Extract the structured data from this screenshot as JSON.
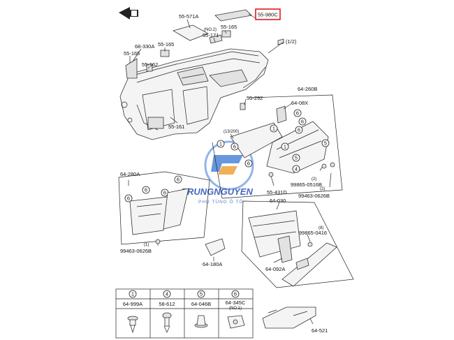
{
  "diagram": {
    "labels": {
      "p_55_980C": "55-980C",
      "p_55_571A": "55-571A",
      "p_55_171_note": "(NO.2)",
      "p_55_171": "55-171",
      "p_55_165_a": "55-165",
      "p_55_165_b": "55-165",
      "p_55_165_c": "55-165",
      "p_68_330A": "68-330A",
      "p_55_162": "55-162",
      "p_55_161": "55-161",
      "p_55_292": "55-292",
      "p_64_260B": "64-260B",
      "p_64_08X": "64-08X",
      "p_13_200": "(13/200)",
      "p_99865_0516B": "99865-0516B",
      "p_99463_0626B_a": "99463-0626B",
      "p_64_280A": "64-280A",
      "p_99463_0626B_b": "99463-0626B",
      "p_64_180A": "64-180A",
      "p_55_431D": "55-431D",
      "p_64_030": "64-030",
      "p_99865_0416": "99865-0416",
      "p_64_092A": "64-092A",
      "p_64_521": "64-521",
      "half": "(1/2)",
      "qty_2a": "(2)",
      "qty_2b": "(2)",
      "qty_1": "(1)",
      "qty_8": "(8)"
    },
    "highlight_color": "#e01a1a",
    "legend": [
      {
        "num": "1",
        "part": "64-999A",
        "note": ""
      },
      {
        "num": "4",
        "part": "58-612",
        "note": ""
      },
      {
        "num": "5",
        "part": "64-046B",
        "note": ""
      },
      {
        "num": "6",
        "part": "64-345C",
        "note": "(NO.1)"
      }
    ],
    "watermark": {
      "brand": "TRUNGNGUYEN",
      "tagline": "PHỤ TÙNG Ô TÔ",
      "brand_color": "#2b4fb5"
    }
  }
}
